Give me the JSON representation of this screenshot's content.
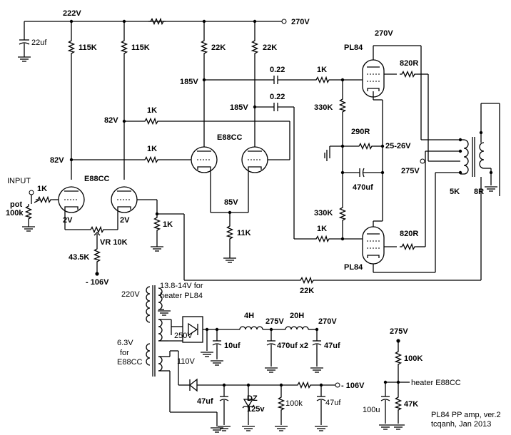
{
  "voltages": {
    "v222": "222V",
    "v270_top": "270V",
    "v270_pl84": "270V",
    "v185_a": "185V",
    "v185_b": "185V",
    "v82_a": "82V",
    "v82_b": "82V",
    "v85": "85V",
    "v2_a": "2V",
    "v2_b": "2V",
    "vneg106_left": "- 106V",
    "v275_psu": "275V",
    "v270_psu": "270V",
    "vneg106_psu": "- 106V",
    "v275_heater": "275V",
    "v25_26": "25-26V"
  },
  "components": {
    "c22uf": "22uf",
    "r115k_a": "115K",
    "r115k_b": "115K",
    "r22k_a": "22K",
    "r22k_b": "22K",
    "c022_a": "0.22",
    "c022_b": "0.22",
    "r1k_a": "1K",
    "r1k_b": "1K",
    "r1k_c": "1K",
    "r1k_d": "1K",
    "r1k_e": "1K",
    "r1k_f": "1K",
    "r330k_a": "330K",
    "r330k_b": "330K",
    "r290r": "290R",
    "c470uf": "470uf",
    "r820r_a": "820R",
    "r820r_b": "820R",
    "r11k": "11K",
    "vr10k": "VR 10K",
    "r43k5": "43.5K",
    "r22k_fb": "22K",
    "c10uf": "10uf",
    "c470x2": "470uf x2",
    "c47uf_a": "47uf",
    "ind4h": "4H",
    "ind20h": "20H",
    "c47uf_b": "47uf",
    "dz": "DZ",
    "dz_v": "125v",
    "r100k": "100k",
    "c47uf_c": "47uf",
    "r100k_h": "100K",
    "r47k_h": "47K",
    "c100u": "100u"
  },
  "tubes": {
    "pl84_top": "PL84",
    "pl84_bot": "PL84",
    "e88cc_a": "E88CC",
    "e88cc_b": "E88CC"
  },
  "labels": {
    "input": "INPUT",
    "pot": "pot",
    "pot_value": "100k",
    "z275": "275V",
    "z5k": "5K",
    "z8r": "8R",
    "heater_pl84_1": "13.8-14V for",
    "heater_pl84_2": "heater PL84",
    "v220": "220V",
    "v250": "250V",
    "v63": "6.3V",
    "v63_for": "for",
    "v63_tube": "E88CC",
    "v110": "110V",
    "heater_e88cc": "heater E88CC",
    "credit1": "PL84 PP amp, ver.2",
    "credit2": "tcqanh, Jan 2013"
  }
}
